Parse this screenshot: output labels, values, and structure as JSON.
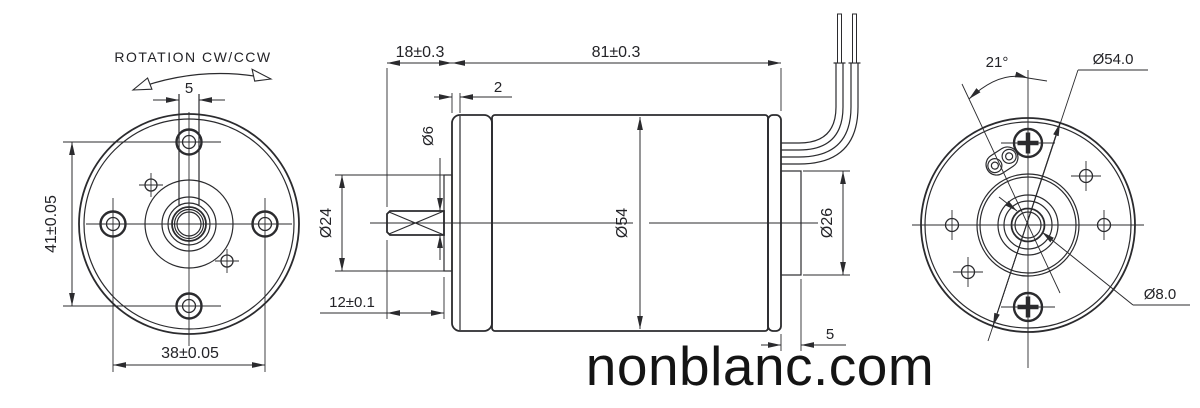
{
  "drawing": {
    "type": "engineering-drawing",
    "subject": "DC motor dimensional drawing, three orthographic views",
    "colors": {
      "line": "#2b2b2e",
      "background": "#ffffff",
      "text": "#232327"
    }
  },
  "front_view": {
    "rotation_label": "ROTATION CW/CCW",
    "dim_slot": "5",
    "dim_hole_spacing_v": "41±0.05",
    "dim_hole_spacing_h": "38±0.05"
  },
  "side_view": {
    "dim_front_length": "18±0.3",
    "dim_body_length": "81±0.3",
    "dim_face_lip": "2",
    "dim_shaft_dia": "Ø6",
    "dim_front_boss_dia": "Ø24",
    "dim_body_dia": "Ø54",
    "dim_shaft_length": "12±0.1",
    "dim_rear_boss_dia": "Ø26",
    "dim_rear_boss_length": "5"
  },
  "rear_view": {
    "dim_wire_angle": "21°",
    "dim_outer_dia": "Ø54.0",
    "dim_hub_dia": "Ø8.0"
  },
  "watermark": {
    "text": "nonblanc.com"
  }
}
